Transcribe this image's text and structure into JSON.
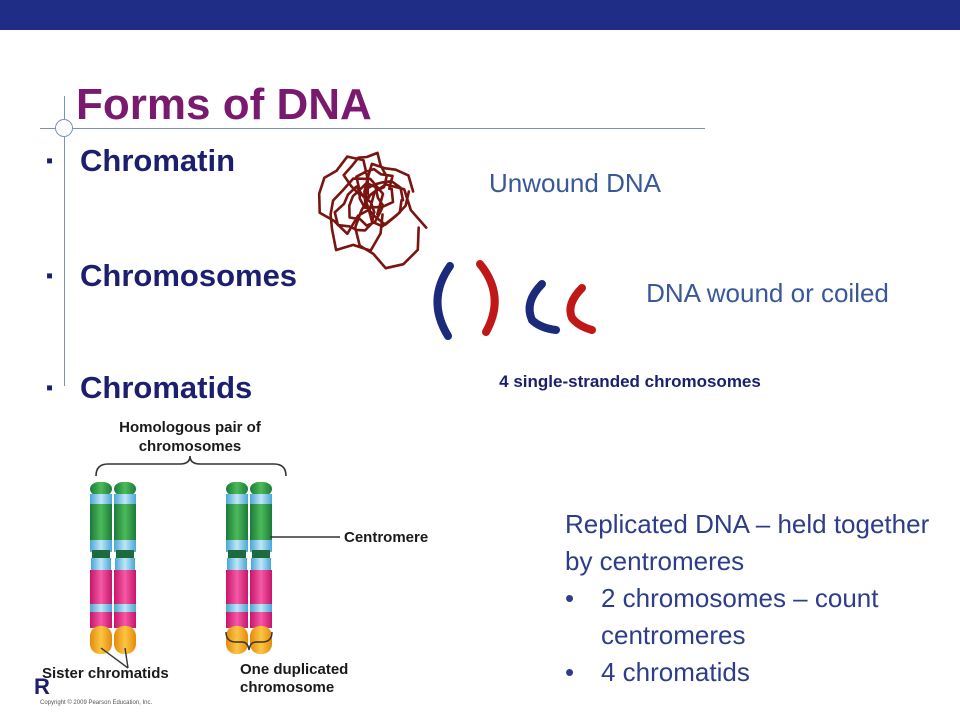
{
  "slide": {
    "title": "Forms of DNA",
    "bullets": [
      "Chromatin",
      "Chromosomes",
      "Chromatids"
    ],
    "bullet_marker": "▪",
    "corner_letter": "R"
  },
  "labels": {
    "unwound": "Unwound DNA",
    "wound": "DNA wound or coiled",
    "single_stranded": "4 single-stranded chromosomes"
  },
  "description": {
    "intro": "Replicated DNA – held together by centromeres",
    "points": [
      "2 chromosomes – count centromeres",
      "4 chromatids"
    ],
    "point_marker": "•"
  },
  "figure": {
    "homologous": "Homologous pair of chromosomes",
    "centromere": "Centromere",
    "sister": "Sister chromatids",
    "duplicated": "One duplicated chromosome",
    "copyright": "Copyright © 2009 Pearson Education, Inc."
  },
  "colors": {
    "top_bar": "#1f2d86",
    "title": "#7a1a6f",
    "bullet_text": "#1c1e6e",
    "label_text": "#39589a",
    "chromatin": "#7a1410",
    "chromosome_blue": "#1c2a7a",
    "chromosome_red": "#c01818"
  }
}
